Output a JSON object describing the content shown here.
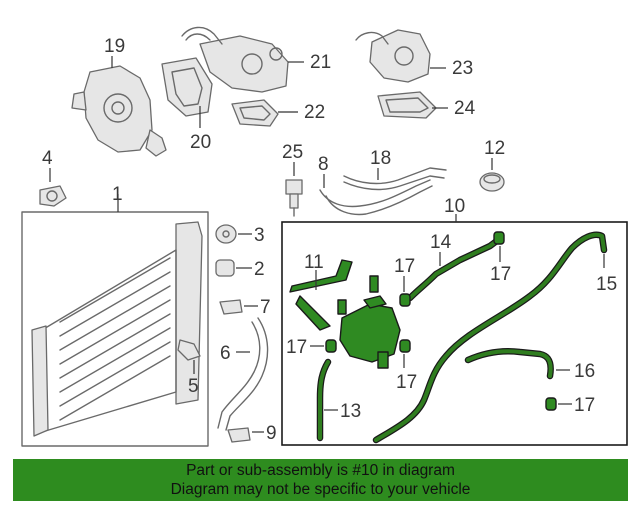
{
  "callouts": {
    "c1": "1",
    "c2": "2",
    "c3": "3",
    "c4": "4",
    "c5": "5",
    "c6": "6",
    "c7": "7",
    "c8": "8",
    "c9": "9",
    "c10": "10",
    "c11": "11",
    "c12": "12",
    "c13": "13",
    "c14": "14",
    "c15": "15",
    "c16": "16",
    "c17a": "17",
    "c17b": "17",
    "c17c": "17",
    "c17d": "17",
    "c17e": "17",
    "c18": "18",
    "c19": "19",
    "c20": "20",
    "c21": "21",
    "c22": "22",
    "c23": "23",
    "c24": "24",
    "c25": "25"
  },
  "banner": {
    "line1": "Part or sub-assembly is #10 in diagram",
    "line2": "Diagram may not be specific to your vehicle"
  },
  "colors": {
    "highlight": "#2f8a22",
    "banner_bg": "#2e8c1f"
  }
}
